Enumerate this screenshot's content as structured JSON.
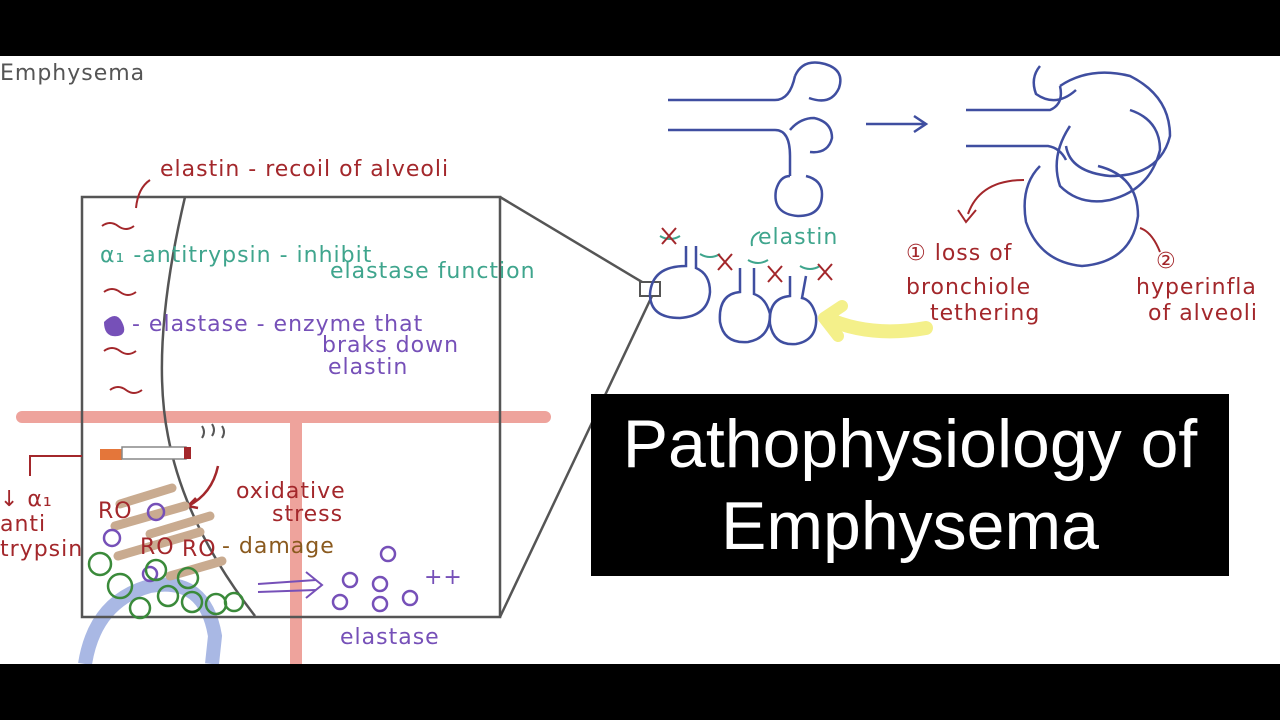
{
  "labels": {
    "topic": "Emphysema",
    "elastin_recoil": "elastin - recoil of alveoli",
    "a1_line1": "α₁ -antitrypsin - inhibit",
    "a1_line2": "elastase function",
    "elastase_line1": "- elastase - enzyme that",
    "elastase_line2": "braks down",
    "elastase_line3": "elastin",
    "left_cut1": "↓ α₁",
    "left_cut2": "anti",
    "left_cut3": "trypsin",
    "oxidative1": "oxidative",
    "oxidative2": "stress",
    "ro1": "RO",
    "ro2": "RO",
    "ro3": "RO",
    "damage": "- damage",
    "plusplus": "++",
    "elastase_bottom": "elastase",
    "elastin_top": "elastin",
    "loss1": "① loss of",
    "loss2": "bronchiole",
    "loss3": "tethering",
    "hyper1": "②",
    "hyper2": "hyperinfla",
    "hyper3": "of alveoli"
  },
  "title": {
    "line1": "Pathophysiology of",
    "line2": "Emphysema"
  },
  "colors": {
    "red": "#a3272b",
    "teal": "#3fa58d",
    "purple": "#7650b8",
    "blue": "#3f4ea0",
    "yellow": "#f4f08a",
    "pink": "#eea39c",
    "title_bg": "#000000",
    "title_text": "#ffffff"
  }
}
